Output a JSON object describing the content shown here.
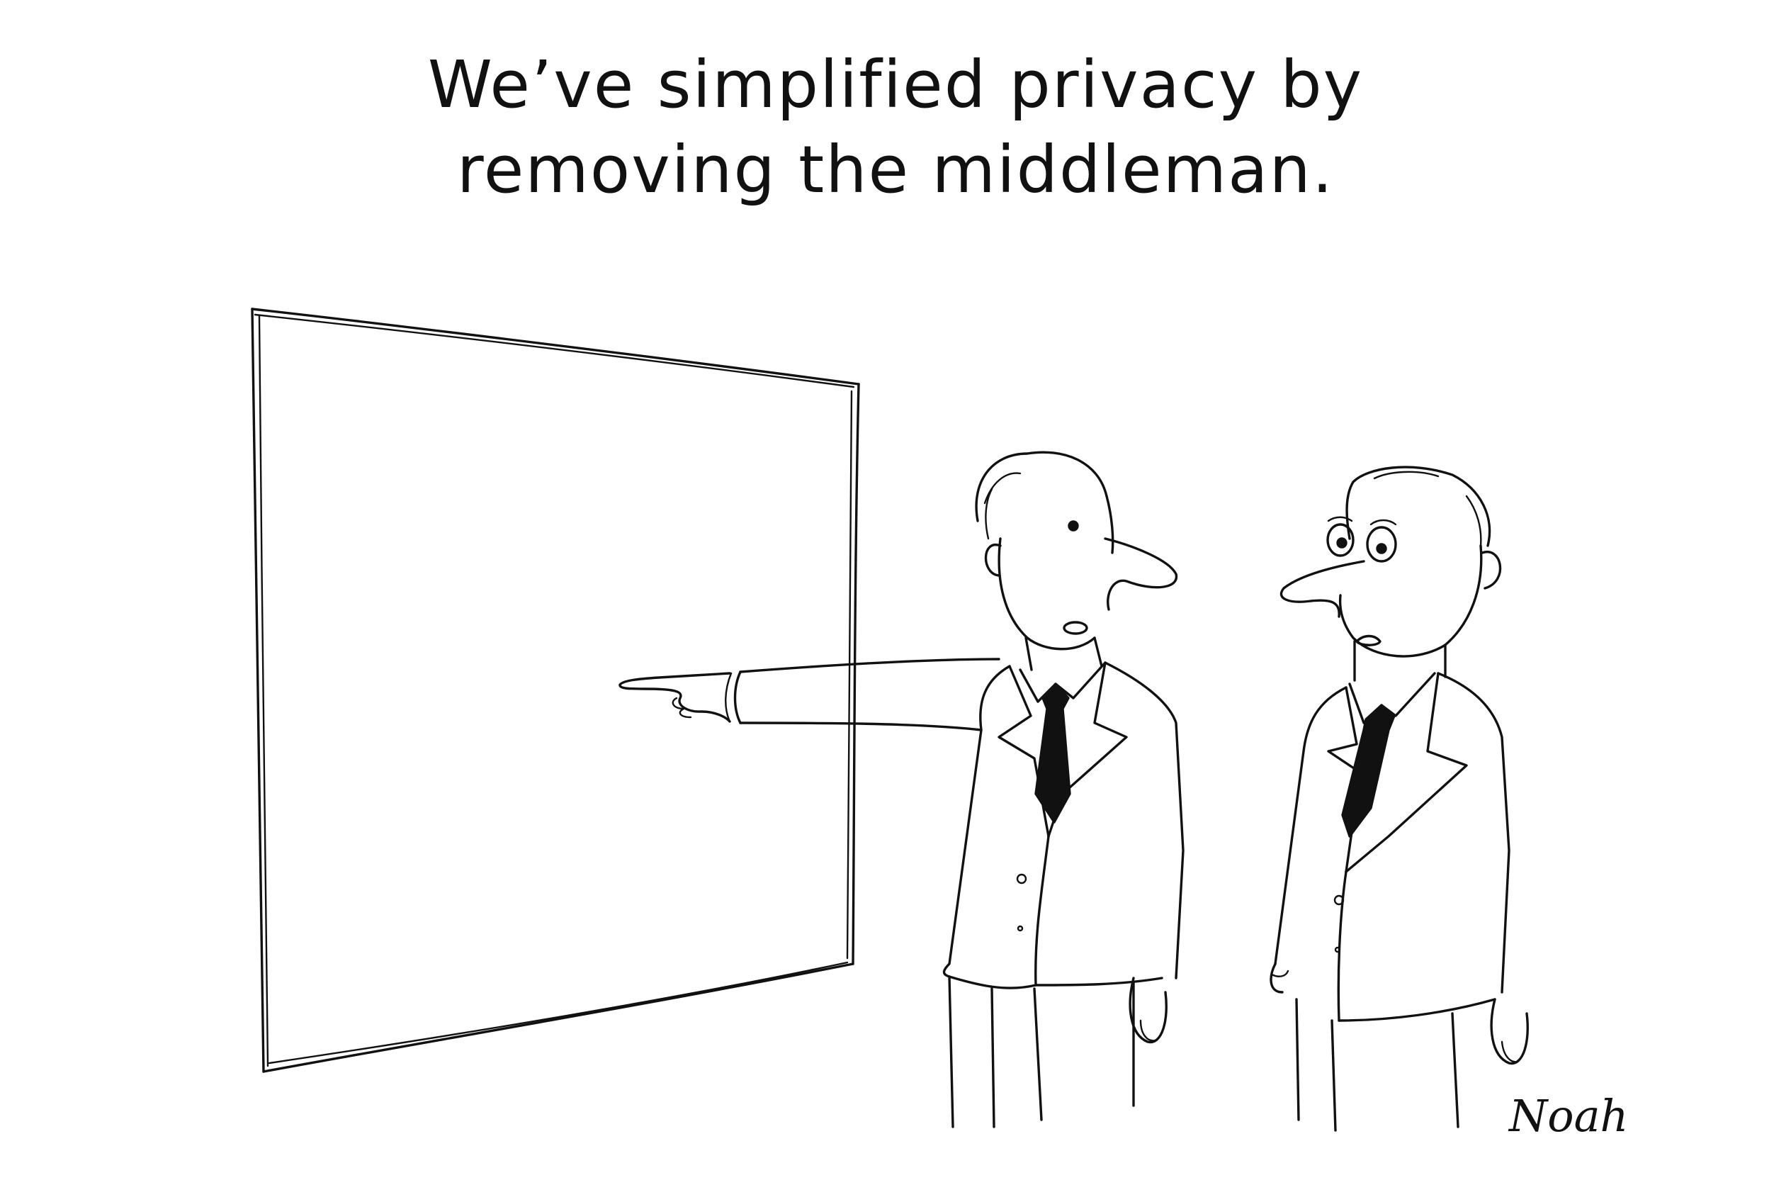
{
  "cartoon": {
    "caption": {
      "line1": "We’ve simplified privacy by",
      "line2": "removing the middleman."
    },
    "signature": "Noah",
    "colors": {
      "ink": "#111111",
      "paper": "#ffffff"
    }
  }
}
